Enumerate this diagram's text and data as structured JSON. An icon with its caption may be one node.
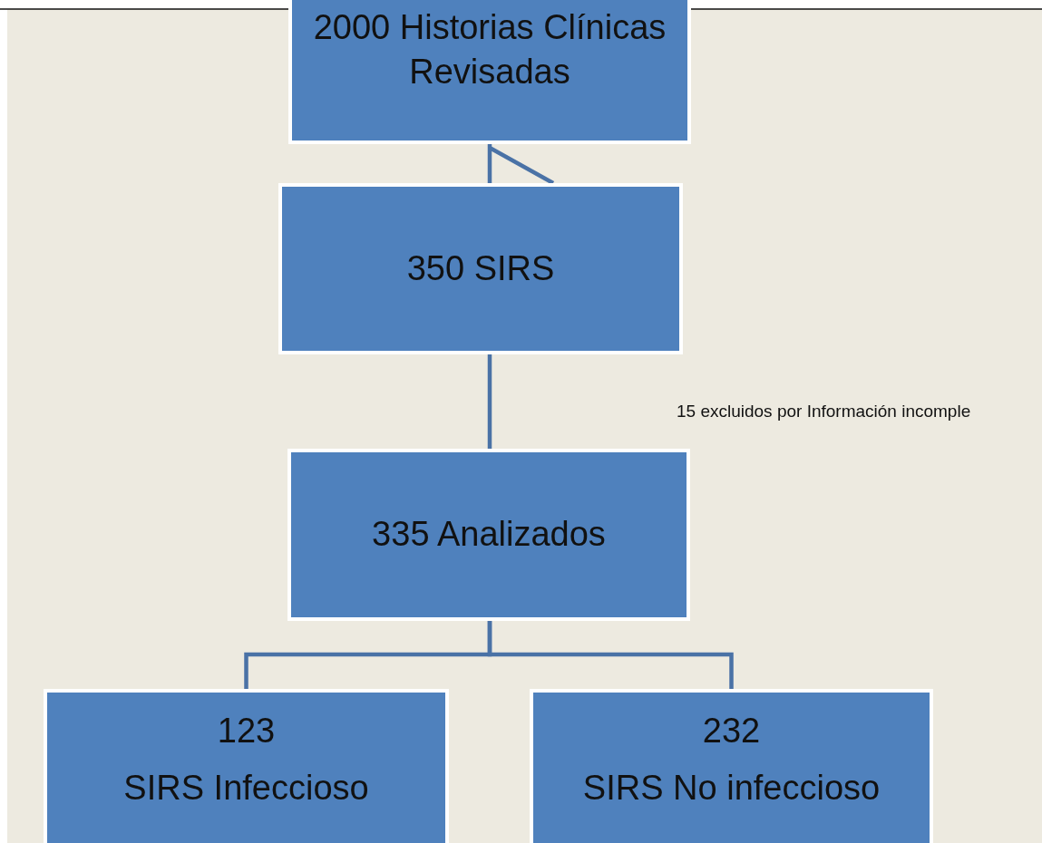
{
  "diagram": {
    "nodes": [
      {
        "text": [
          "2000 Historias Clínicas Revisadas"
        ]
      },
      {
        "text": [
          "350 SIRS"
        ]
      },
      {
        "text": [
          "335 Analizados"
        ]
      },
      {
        "text": [
          "123",
          "SIRS Infeccioso"
        ]
      },
      {
        "text": [
          "232",
          "SIRS No infeccioso"
        ]
      }
    ],
    "edges": [
      {
        "from": 0,
        "to": 1,
        "arrow": "none"
      },
      {
        "from": 1,
        "to": 2,
        "arrow": "none"
      },
      {
        "from": 2,
        "to": 3,
        "arrow": "none"
      },
      {
        "from": 2,
        "to": 4,
        "arrow": "none"
      }
    ],
    "labels": [
      "15 excluidos por Información incomple"
    ]
  }
}
